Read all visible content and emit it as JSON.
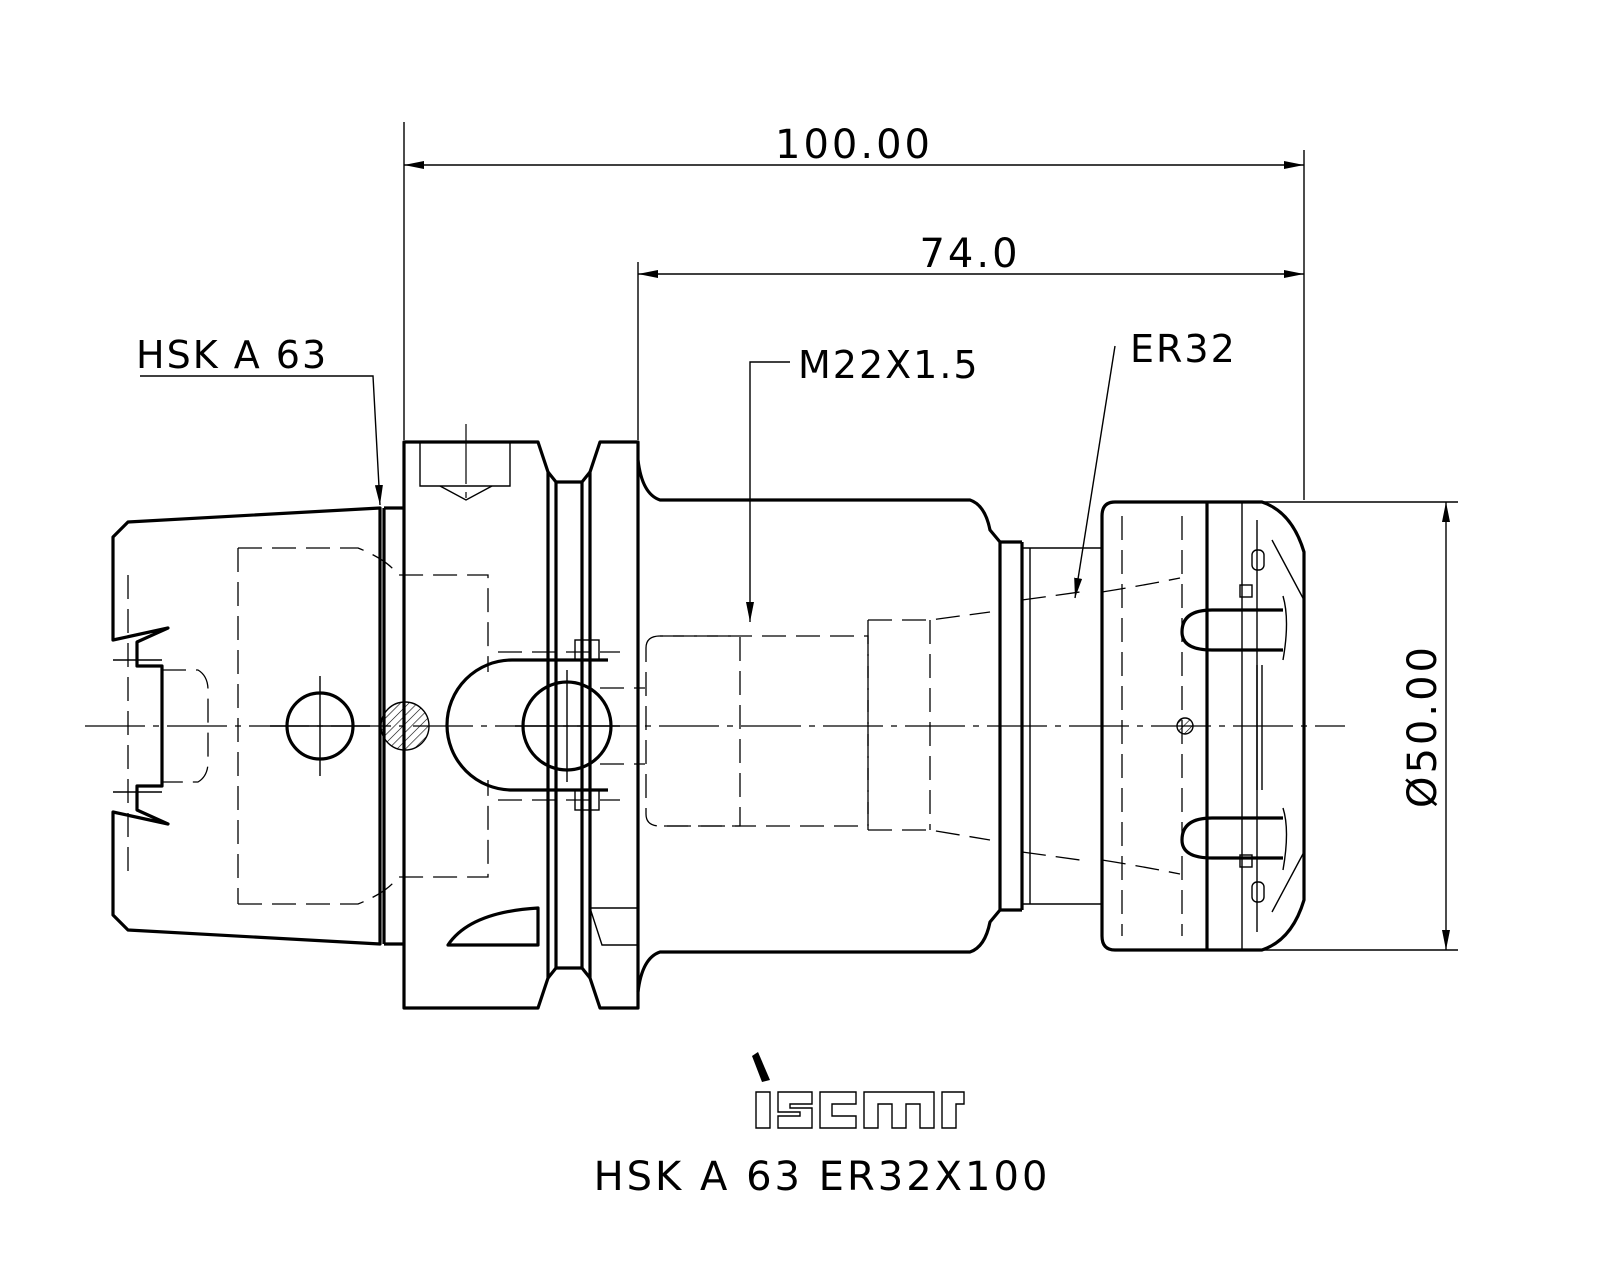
{
  "drawing": {
    "dimensions": {
      "overall_length": "100.00",
      "gauge_length": "74.0",
      "diameter": "Ø50.00"
    },
    "callouts": {
      "shank": "HSK A 63",
      "thread": "M22X1.5",
      "collet": "ER32"
    },
    "logo_text": "iscar",
    "part_name": "HSK A 63 ER32X100"
  }
}
